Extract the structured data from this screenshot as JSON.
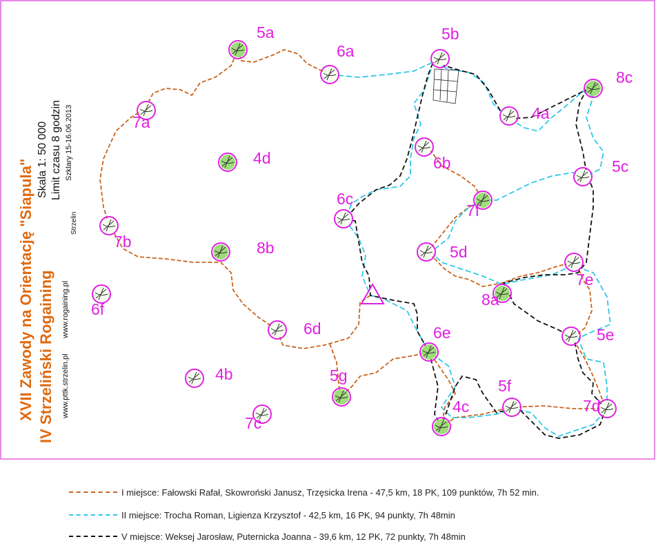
{
  "map": {
    "title_line1": "XVII Zawody na Orientację \"Siapula\"",
    "title_line2": "IV Strzeliński Rogaining",
    "scale": "Skala 1: 50 000",
    "time_limit": "Limit czasu 8 godzin",
    "place_date": "Szklary 15-16.06.2013",
    "web1": "www.rogaining.pl",
    "web2": "www.pttk.strzelin.pl",
    "town": "Strzelin",
    "colors": {
      "frame": "#e060e0",
      "checkpoint": "#e020e0",
      "title": "#e06a10",
      "route_first": "#c8641e",
      "route_second": "#2ec8e8",
      "route_fifth": "#111111"
    },
    "start_icon": "start-triangle-icon",
    "checkpoints": [
      {
        "id": "5a"
      },
      {
        "id": "6a"
      },
      {
        "id": "5b"
      },
      {
        "id": "8c"
      },
      {
        "id": "4a"
      },
      {
        "id": "7a"
      },
      {
        "id": "4d"
      },
      {
        "id": "6b"
      },
      {
        "id": "5c"
      },
      {
        "id": "7f"
      },
      {
        "id": "6c"
      },
      {
        "id": "7b"
      },
      {
        "id": "8b"
      },
      {
        "id": "5d"
      },
      {
        "id": "7e"
      },
      {
        "id": "8a"
      },
      {
        "id": "6f"
      },
      {
        "id": "6d"
      },
      {
        "id": "6e"
      },
      {
        "id": "5e"
      },
      {
        "id": "4b"
      },
      {
        "id": "5g"
      },
      {
        "id": "5f"
      },
      {
        "id": "7d"
      },
      {
        "id": "4c"
      },
      {
        "id": "7c"
      }
    ]
  },
  "legend": [
    {
      "text": "I miejsce: Fałowski Rafał, Skowroński Janusz, Trzęsicka Irena - 47,5 km, 18 PK, 109 punktów, 7h 52 min.",
      "color": "#c8641e"
    },
    {
      "text": "II miejsce: Trocha Roman, Ligienza Krzysztof - 42,5 km, 16 PK, 94 punkty, 7h 48min",
      "color": "#2ec8e8"
    },
    {
      "text": "V miejsce: Weksej Jarosław, Puternicka Joanna - 39,6 km, 12 PK, 72 punkty, 7h 48min",
      "color": "#111111"
    }
  ]
}
